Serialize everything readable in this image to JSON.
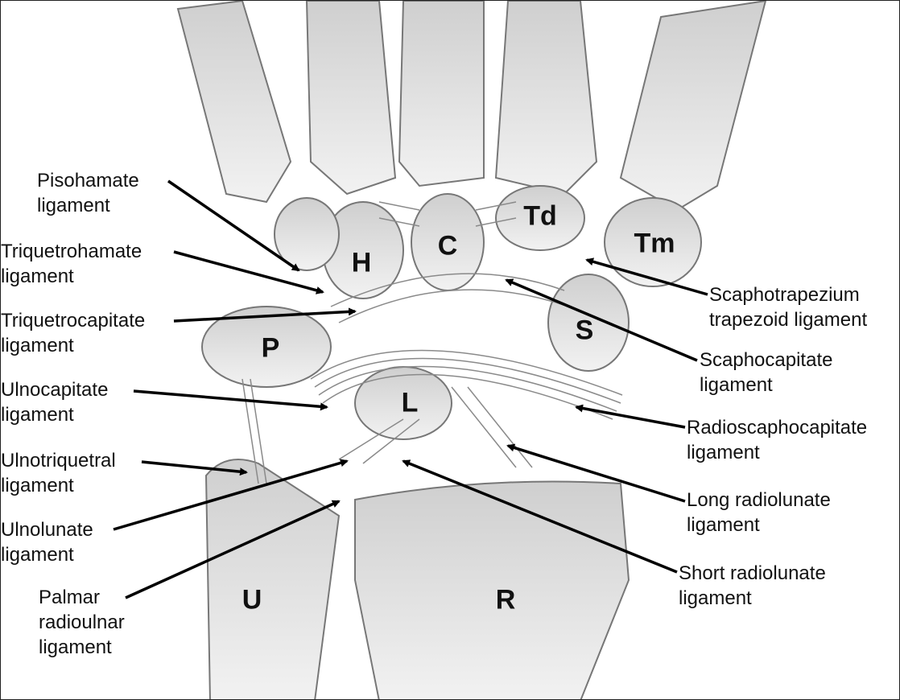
{
  "bones": {
    "hamate": "H",
    "capitate": "C",
    "trapezoid": "Td",
    "trapezium": "Tm",
    "pisiform": "P",
    "scaphoid": "S",
    "lunate": "L",
    "ulna": "U",
    "radius": "R"
  },
  "labels": {
    "pisohamate": [
      "Pisohamate",
      "ligament"
    ],
    "triquetrohamate": [
      "Triquetrohamate",
      "ligament"
    ],
    "triquetrocapitate": [
      "Triquetrocapitate",
      "ligament"
    ],
    "ulnocapitate": [
      "Ulnocapitate",
      "ligament"
    ],
    "ulnotriquetral": [
      "Ulnotriquetral",
      "ligament"
    ],
    "ulnolunate": [
      "Ulnolunate",
      "ligament"
    ],
    "palmar_radioulnar": [
      "Palmar",
      "radioulnar",
      "ligament"
    ],
    "scaphotrapezium": [
      "Scaphotrapezium",
      "trapezoid ligament"
    ],
    "scaphocapitate": [
      "Scaphocapitate",
      "ligament"
    ],
    "radioscaphocapitate": [
      "Radioscaphocapitate",
      "ligament"
    ],
    "long_radiolunate": [
      "Long radiolunate",
      "ligament"
    ],
    "short_radiolunate": [
      "Short radiolunate",
      "ligament"
    ]
  }
}
